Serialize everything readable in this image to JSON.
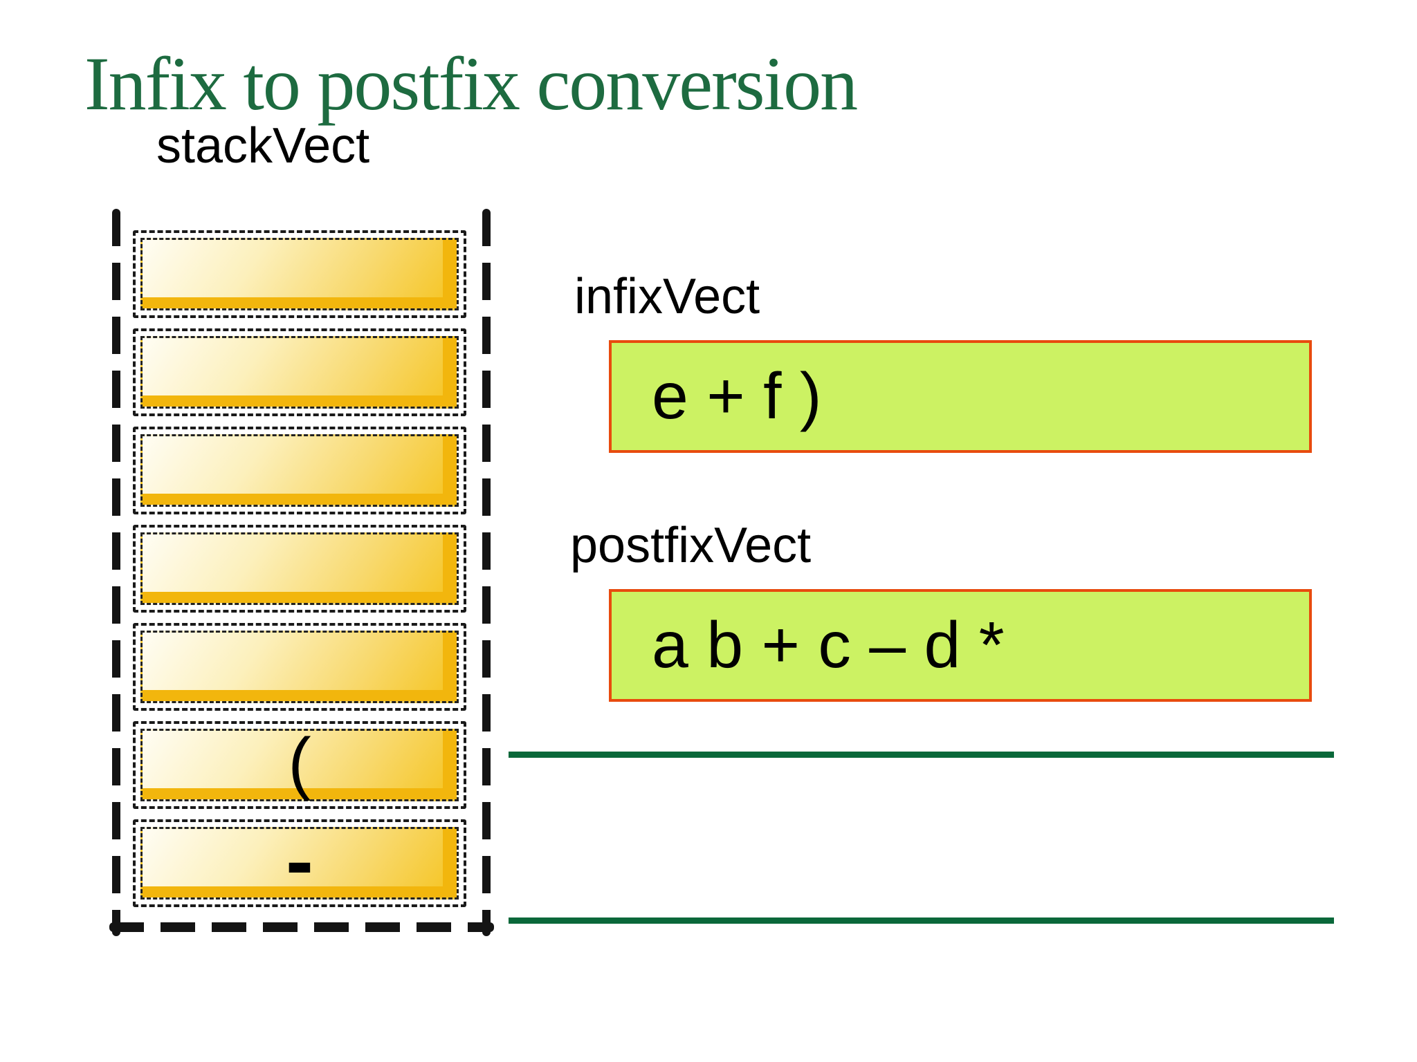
{
  "slide": {
    "title": "Infix to postfix conversion"
  },
  "colors": {
    "title_green": "#1d6b40",
    "divider_green": "#0a683a",
    "vector_fill": "#ccf263",
    "vector_border": "#e84b0e",
    "stack_gold": "#f5c31d",
    "stack_gold_bevel": "#f2b60d",
    "stack_gold_pale": "#fffdf4",
    "ink": "#141414",
    "text": "#000000",
    "background": "#ffffff"
  },
  "stack": {
    "label": "stackVect",
    "slots": [
      {
        "value": ""
      },
      {
        "value": ""
      },
      {
        "value": ""
      },
      {
        "value": ""
      },
      {
        "value": ""
      },
      {
        "value": "("
      },
      {
        "value": "-"
      }
    ]
  },
  "infix": {
    "label": "infixVect",
    "value": "e + f )"
  },
  "postfix": {
    "label": "postfixVect",
    "value": "a b + c – d *"
  }
}
